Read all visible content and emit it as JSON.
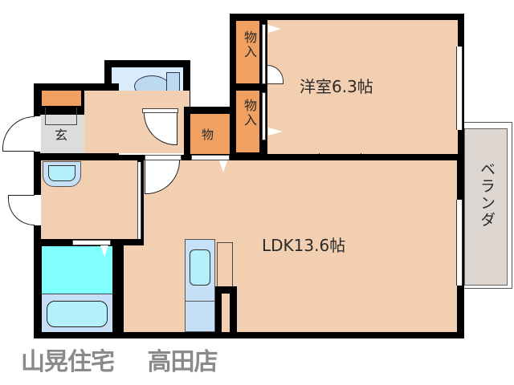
{
  "floorplan": {
    "rooms": {
      "bedroom": {
        "label": "洋室6.3帖",
        "type": "Western-style room",
        "size_jo": 6.3
      },
      "ldk": {
        "label": "LDK13.6帖",
        "type": "Living/Dining/Kitchen",
        "size_jo": 13.6
      },
      "closet_upper": {
        "label": "物入"
      },
      "closet_lower": {
        "label": "物入"
      },
      "storage": {
        "label": "物"
      },
      "entrance": {
        "label": "玄"
      },
      "veranda": {
        "label": "ベランダ"
      },
      "toilet": {
        "label": ""
      },
      "washroom": {
        "label": ""
      },
      "bathroom": {
        "label": ""
      },
      "kitchen": {
        "label": ""
      }
    },
    "colors": {
      "wall": "#000000",
      "floor": "#f2cfb1",
      "closet": "#f0a060",
      "wet_area_light": "#c6e0f7",
      "bath_floor": "#80ffff",
      "fixture": "#b3f0fb",
      "veranda": "#ddd6d1",
      "entrance_floor": "#dcdcdc",
      "footer_text": "#8a8a8a"
    }
  },
  "footer": {
    "company": "山晃住宅",
    "branch": "高田店"
  }
}
